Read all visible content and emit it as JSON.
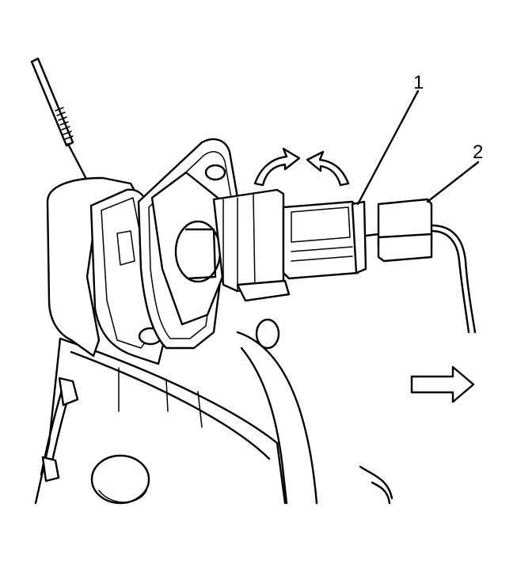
{
  "callouts": [
    {
      "id": "1",
      "label": "1"
    },
    {
      "id": "2",
      "label": "2"
    }
  ],
  "icons": {
    "rotate_arrows": "curved-rotate-arrows-icon",
    "direction_arrow": "right-arrow-icon"
  },
  "colors": {
    "line": "#000000",
    "background": "#ffffff"
  }
}
